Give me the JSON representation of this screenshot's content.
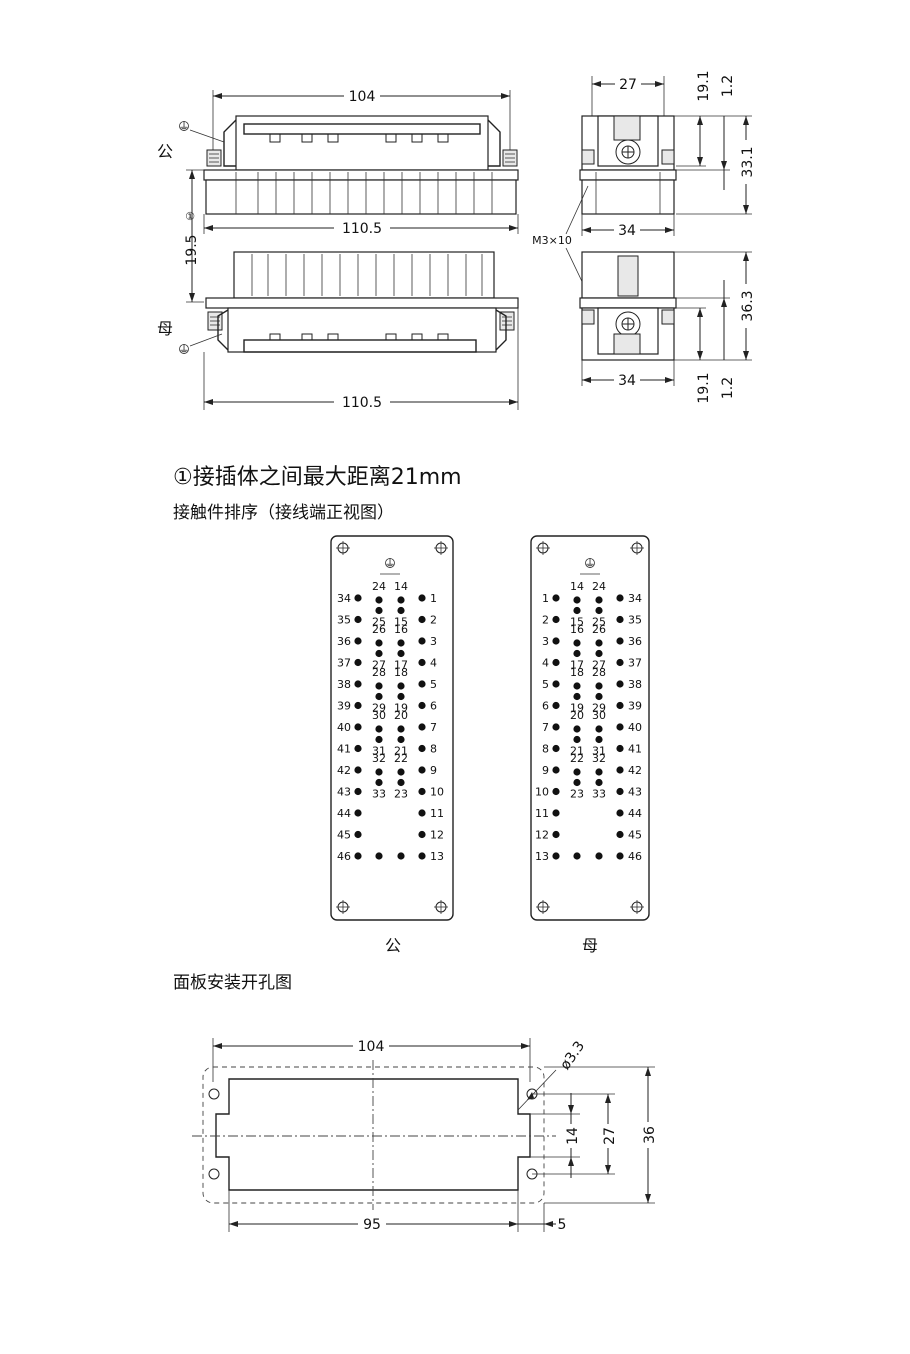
{
  "side_view": {
    "male_label": "公",
    "female_label": "母",
    "dim_top_width": "104",
    "dim_male_base": "110.5",
    "dim_female_base": "110.5",
    "dim_gap": "19.5",
    "gap_note_symbol": "①",
    "ground_symbol": "⏚"
  },
  "end_view": {
    "dim_top_width": "27",
    "dim_male_base": "34",
    "dim_female_base": "34",
    "screw_label": "M3×10",
    "dim_male_19": "19.1",
    "dim_male_12": "1.2",
    "dim_male_331": "33.1",
    "dim_female_363": "36.3",
    "dim_female_19": "19.1",
    "dim_female_12": "1.2"
  },
  "notes": {
    "note1": "①接插体之间最大距离21mm",
    "contact_title": "接触件排序（接线端正视图）"
  },
  "pin_layout": {
    "male_caption": "公",
    "female_caption": "母",
    "ground_symbol": "⏚",
    "male": {
      "left": [
        "34",
        "35",
        "36",
        "37",
        "38",
        "39",
        "40",
        "41",
        "42",
        "43",
        "44",
        "45",
        "46"
      ],
      "center_a": [
        "24",
        "25",
        "26",
        "27",
        "28",
        "29",
        "30",
        "31",
        "32",
        "33"
      ],
      "center_b": [
        "14",
        "15",
        "16",
        "17",
        "18",
        "19",
        "20",
        "21",
        "22",
        "23"
      ],
      "right": [
        "1",
        "2",
        "3",
        "4",
        "5",
        "6",
        "7",
        "8",
        "9",
        "10",
        "11",
        "12",
        "13"
      ]
    },
    "female": {
      "left": [
        "1",
        "2",
        "3",
        "4",
        "5",
        "6",
        "7",
        "8",
        "9",
        "10",
        "11",
        "12",
        "13"
      ],
      "center_a": [
        "14",
        "15",
        "16",
        "17",
        "18",
        "19",
        "20",
        "21",
        "22",
        "23"
      ],
      "center_b": [
        "24",
        "25",
        "26",
        "27",
        "28",
        "29",
        "30",
        "31",
        "32",
        "33"
      ],
      "right": [
        "34",
        "35",
        "36",
        "37",
        "38",
        "39",
        "40",
        "41",
        "42",
        "43",
        "44",
        "45",
        "46"
      ]
    }
  },
  "cutout": {
    "title": "面板安装开孔图",
    "dim_top": "104",
    "dim_hole": "ø3.3",
    "dim_14": "14",
    "dim_27": "27",
    "dim_36": "36",
    "dim_95": "95",
    "dim_5": "5"
  }
}
